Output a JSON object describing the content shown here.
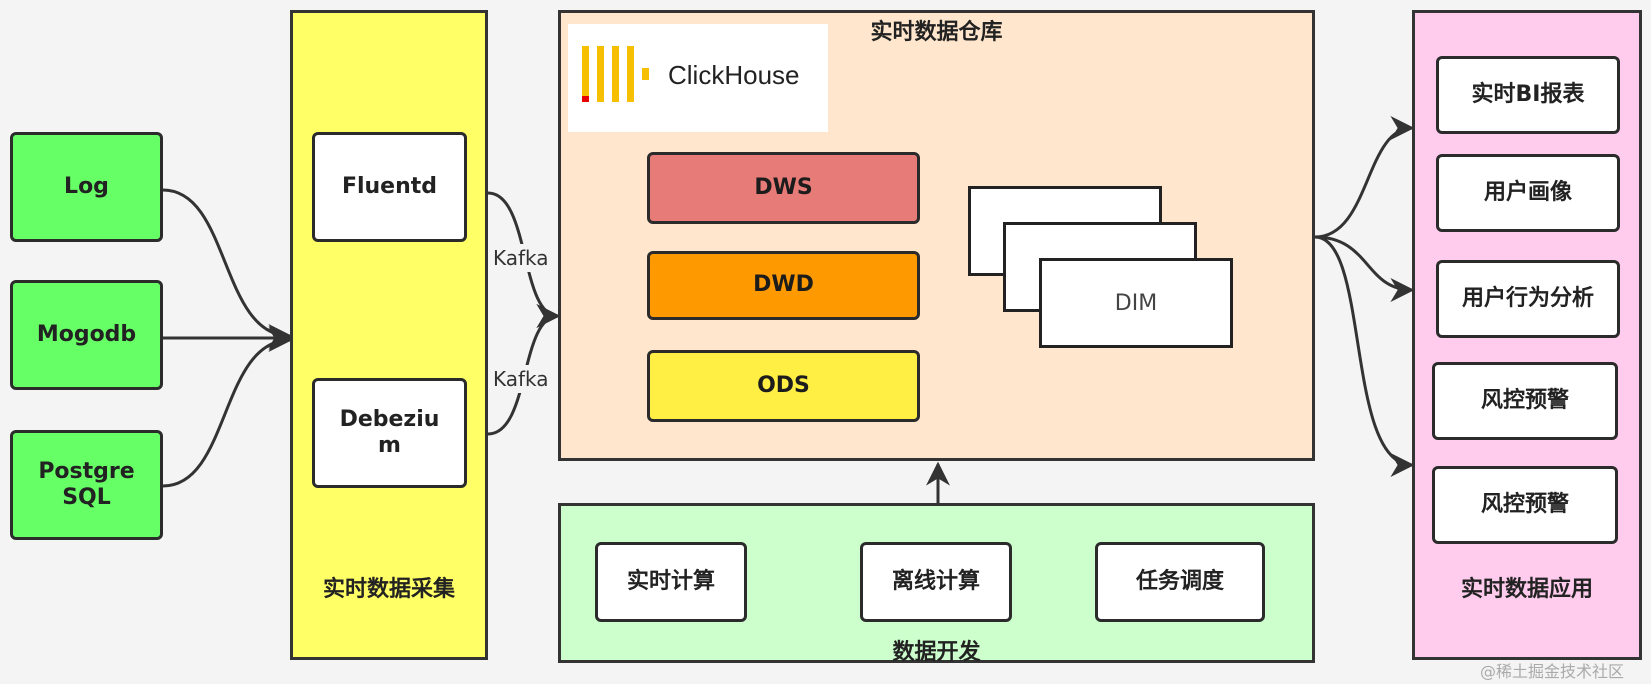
{
  "sources": [
    {
      "id": "log",
      "label": "Log"
    },
    {
      "id": "mogodb",
      "label": "Mogodb"
    },
    {
      "id": "postgresql",
      "label": "PostgreSQL"
    }
  ],
  "collection": {
    "title": "实时数据采集",
    "tools": [
      {
        "id": "fluentd",
        "label": "Fluentd"
      },
      {
        "id": "debezium",
        "label": "Debezium"
      }
    ]
  },
  "transport_label": "Kafka",
  "warehouse": {
    "title": "实时数据仓库",
    "logo_text": "ClickHouse",
    "layers": [
      {
        "id": "dws",
        "label": "DWS",
        "color": "#e77b78"
      },
      {
        "id": "dwd",
        "label": "DWD",
        "color": "#ff9900"
      },
      {
        "id": "ods",
        "label": "ODS",
        "color": "#ffee44"
      }
    ],
    "dim_label": "DIM"
  },
  "development": {
    "title": "数据开发",
    "items": [
      "实时计算",
      "离线计算",
      "任务调度"
    ]
  },
  "applications": {
    "title": "实时数据应用",
    "items": [
      "实时BI报表",
      "用户画像",
      "用户行为分析",
      "风控预警",
      "风控预警"
    ]
  },
  "watermark": "@稀土掘金技术社区",
  "colors": {
    "source": "#66ff66",
    "collection": "#ffff66",
    "warehouse": "#ffe6cc",
    "development": "#ccffcc",
    "applications": "#ffccee"
  }
}
